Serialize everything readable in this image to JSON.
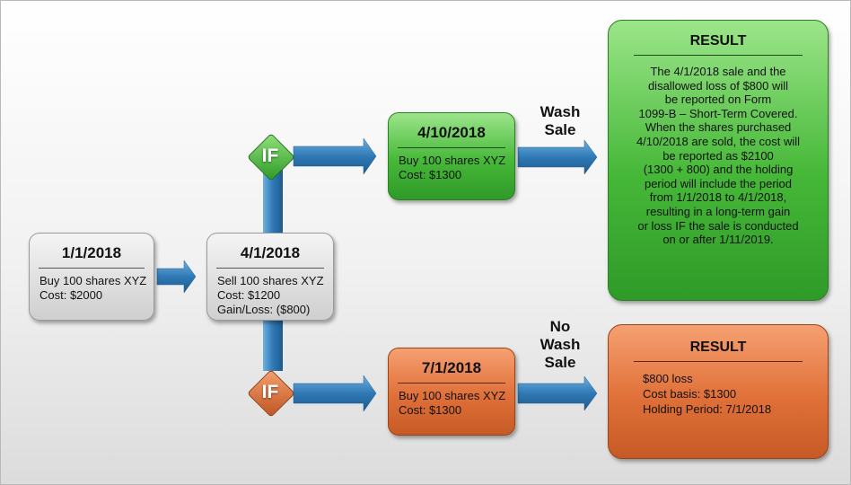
{
  "start": {
    "date": "1/1/2018",
    "lines": [
      "Buy 100 shares XYZ",
      "Cost: $2000"
    ]
  },
  "sale": {
    "date": "4/1/2018",
    "lines": [
      "Sell 100 shares XYZ",
      "Cost: $1200",
      "Gain/Loss: ($800)"
    ]
  },
  "if_top": "IF",
  "if_bottom": "IF",
  "wash": {
    "date": "4/10/2018",
    "lines": [
      "Buy 100 shares XYZ",
      "Cost: $1300"
    ],
    "label": [
      "Wash",
      "Sale"
    ]
  },
  "no_wash": {
    "date": "7/1/2018",
    "lines": [
      "Buy 100 shares XYZ",
      "Cost: $1300"
    ],
    "label": [
      "No",
      "Wash",
      "Sale"
    ]
  },
  "result_wash": {
    "title": "RESULT",
    "body": [
      "The 4/1/2018 sale and the",
      "disallowed loss of $800 will",
      "be reported on Form",
      "1099-B – Short-Term Covered.",
      "When the shares purchased",
      "4/10/2018 are sold, the cost will",
      "be reported as $2100",
      "(1300 + 800) and the holding",
      "period will include the period",
      "from 1/1/2018 to 4/1/2018,",
      "resulting in a long-term gain",
      "or loss IF the sale is conducted",
      "on or after 1/11/2019."
    ]
  },
  "result_no_wash": {
    "title": "RESULT",
    "body": [
      "$800 loss",
      "Cost basis: $1300",
      "Holding Period: 7/1/2018"
    ]
  },
  "colors": {
    "arrow": "#2f79b5",
    "green": "#46b838",
    "orange": "#e07038",
    "gray": "#d4d4d4"
  }
}
